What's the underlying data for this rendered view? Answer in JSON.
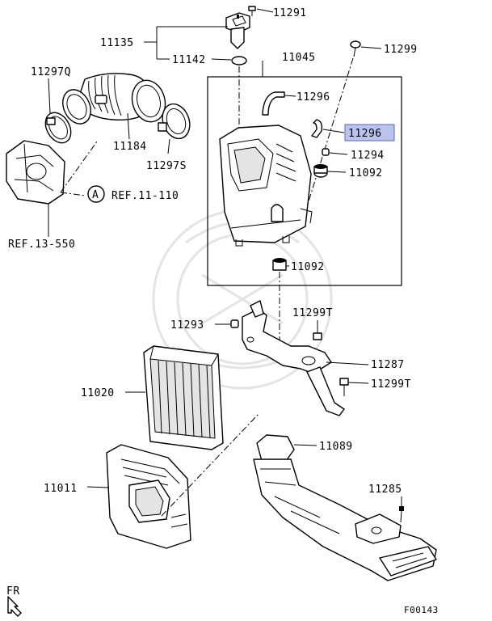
{
  "figure_code": "F00143",
  "front_label": "FR",
  "callout_letter": "A",
  "highlight_color": "#b9c3ee",
  "labels": {
    "p11291": "11291",
    "p11135": "11135",
    "p11142": "11142",
    "p11045": "11045",
    "p11299_top": "11299",
    "p11297q": "11297Q",
    "p11296_hose": "11296",
    "p11296_highlight": "11296",
    "p11184": "11184",
    "p11294": "11294",
    "p11092_top": "11092",
    "p11297s": "11297S",
    "ref_11_110": "REF.11-110",
    "ref_13_550": "REF.13-550",
    "p11092_bottom": "11092",
    "p11299t_top": "11299T",
    "p11293": "11293",
    "p11287": "11287",
    "p11299t_bottom": "11299T",
    "p11020": "11020",
    "p11089": "11089",
    "p11011": "11011",
    "p11285": "11285"
  }
}
